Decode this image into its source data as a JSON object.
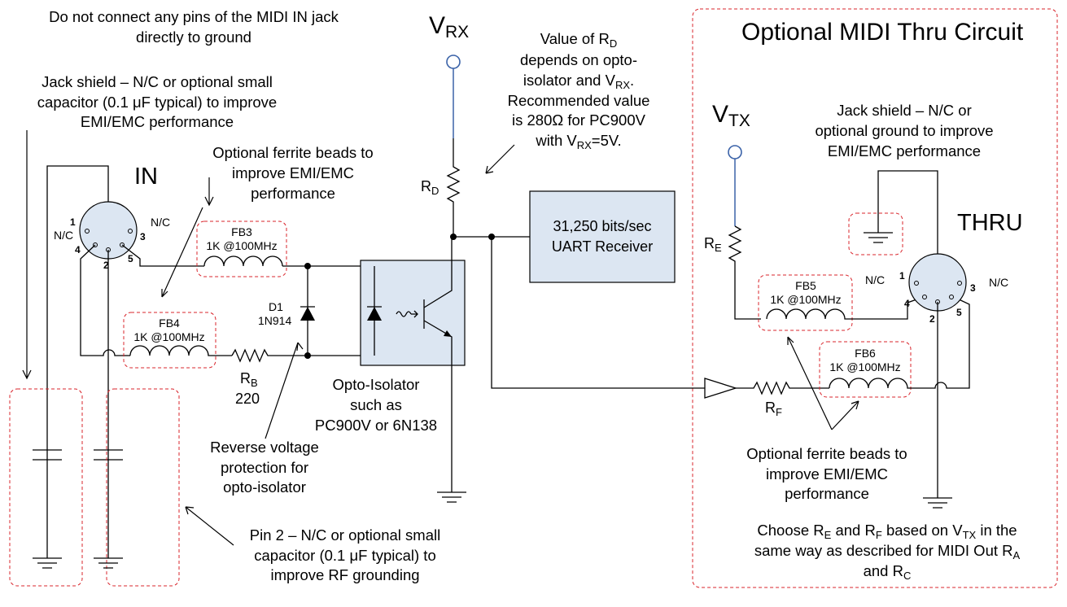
{
  "notes": {
    "no_ground": [
      "Do not connect any pins of the MIDI IN jack",
      "directly to ground"
    ],
    "jack_shield_in": [
      "Jack shield – N/C or optional small",
      "capacitor (0.1 μF typical) to improve",
      "EMI/EMC performance"
    ],
    "ferrite_in": [
      "Optional ferrite beads to",
      "improve EMI/EMC",
      "performance"
    ],
    "rd_value": {
      "l1_text": "Value of R",
      "l1_sub": "D",
      "l2": "depends on opto-",
      "l3_text": "isolator and V",
      "l3_sub": "RX",
      "l3_tail": ".",
      "l4": "Recommended value",
      "l5": "is 280Ω for PC900V",
      "l6_text": "with V",
      "l6_sub": "RX",
      "l6_tail": "=5V."
    },
    "reverse_voltage": [
      "Reverse voltage",
      "protection for",
      "opto-isolator"
    ],
    "opto": [
      "Opto-Isolator",
      "such as",
      "PC900V or 6N138"
    ],
    "pin2": [
      "Pin 2 – N/C or optional small",
      "capacitor (0.1 μF typical) to",
      "improve RF grounding"
    ],
    "jack_shield_thru": [
      "Jack shield – N/C or",
      "optional ground to improve",
      "EMI/EMC performance"
    ],
    "ferrite_thru": [
      "Optional ferrite beads to",
      "improve EMI/EMC",
      "performance"
    ],
    "choose": {
      "a": "Choose R",
      "a_sub1": "E",
      "b": " and R",
      "b_sub1": "F",
      "c": " based on V",
      "c_sub": "TX",
      "d": " in the",
      "l2": "same way as described for MIDI Out R",
      "l2_sub": "A",
      "l3": "and R",
      "l3_sub": "C"
    }
  },
  "labels": {
    "in": "IN",
    "thru": "THRU",
    "optional_title": "Optional MIDI Thru Circuit",
    "vrx": "V",
    "vrx_sub": "RX",
    "vtx": "V",
    "vtx_sub": "TX",
    "rd": "R",
    "rd_sub": "D",
    "rb": "R",
    "rb_sub": "B",
    "rb_value": "220",
    "re": "R",
    "re_sub": "E",
    "rf": "R",
    "rf_sub": "F",
    "d1": "D1",
    "d1_part": "1N914",
    "uart": [
      "31,250 bits/sec",
      "UART Receiver"
    ],
    "fb3": [
      "FB3",
      "1K @100MHz"
    ],
    "fb4": [
      "FB4",
      "1K @100MHz"
    ],
    "fb5": [
      "FB5",
      "1K @100MHz"
    ],
    "fb6": [
      "FB6",
      "1K @100MHz"
    ],
    "nc": "N/C",
    "pins": [
      "1",
      "2",
      "3",
      "4",
      "5"
    ]
  },
  "colors": {
    "dashed_outline": "#d9242b",
    "component_fill": "#dce6f2",
    "supply_wire": "#3a62a8"
  }
}
